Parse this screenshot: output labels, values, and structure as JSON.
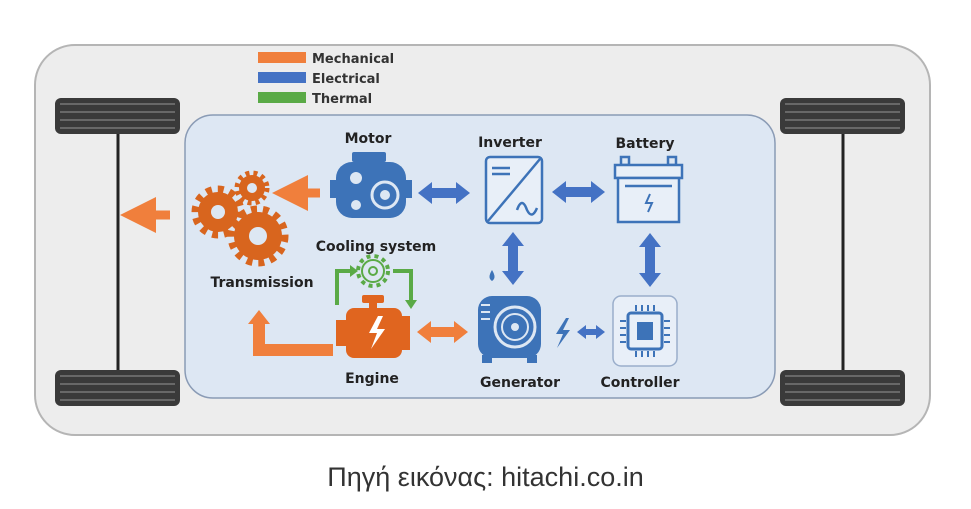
{
  "legend": [
    {
      "label": "Mechanical",
      "color": "#f07f3c"
    },
    {
      "label": "Electrical",
      "color": "#4472c4"
    },
    {
      "label": "Thermal",
      "color": "#5aaa46"
    }
  ],
  "components": {
    "motor": "Motor",
    "inverter": "Inverter",
    "battery": "Battery",
    "transmission": "Transmission",
    "cooling": "Cooling system",
    "engine": "Engine",
    "generator": "Generator",
    "controller": "Controller"
  },
  "caption": "Πηγή εικόνας: hitachi.co.in",
  "colors": {
    "mechanical": "#f07f3c",
    "electrical": "#4472c4",
    "thermal": "#5aaa46",
    "engine": "#e0651f"
  }
}
